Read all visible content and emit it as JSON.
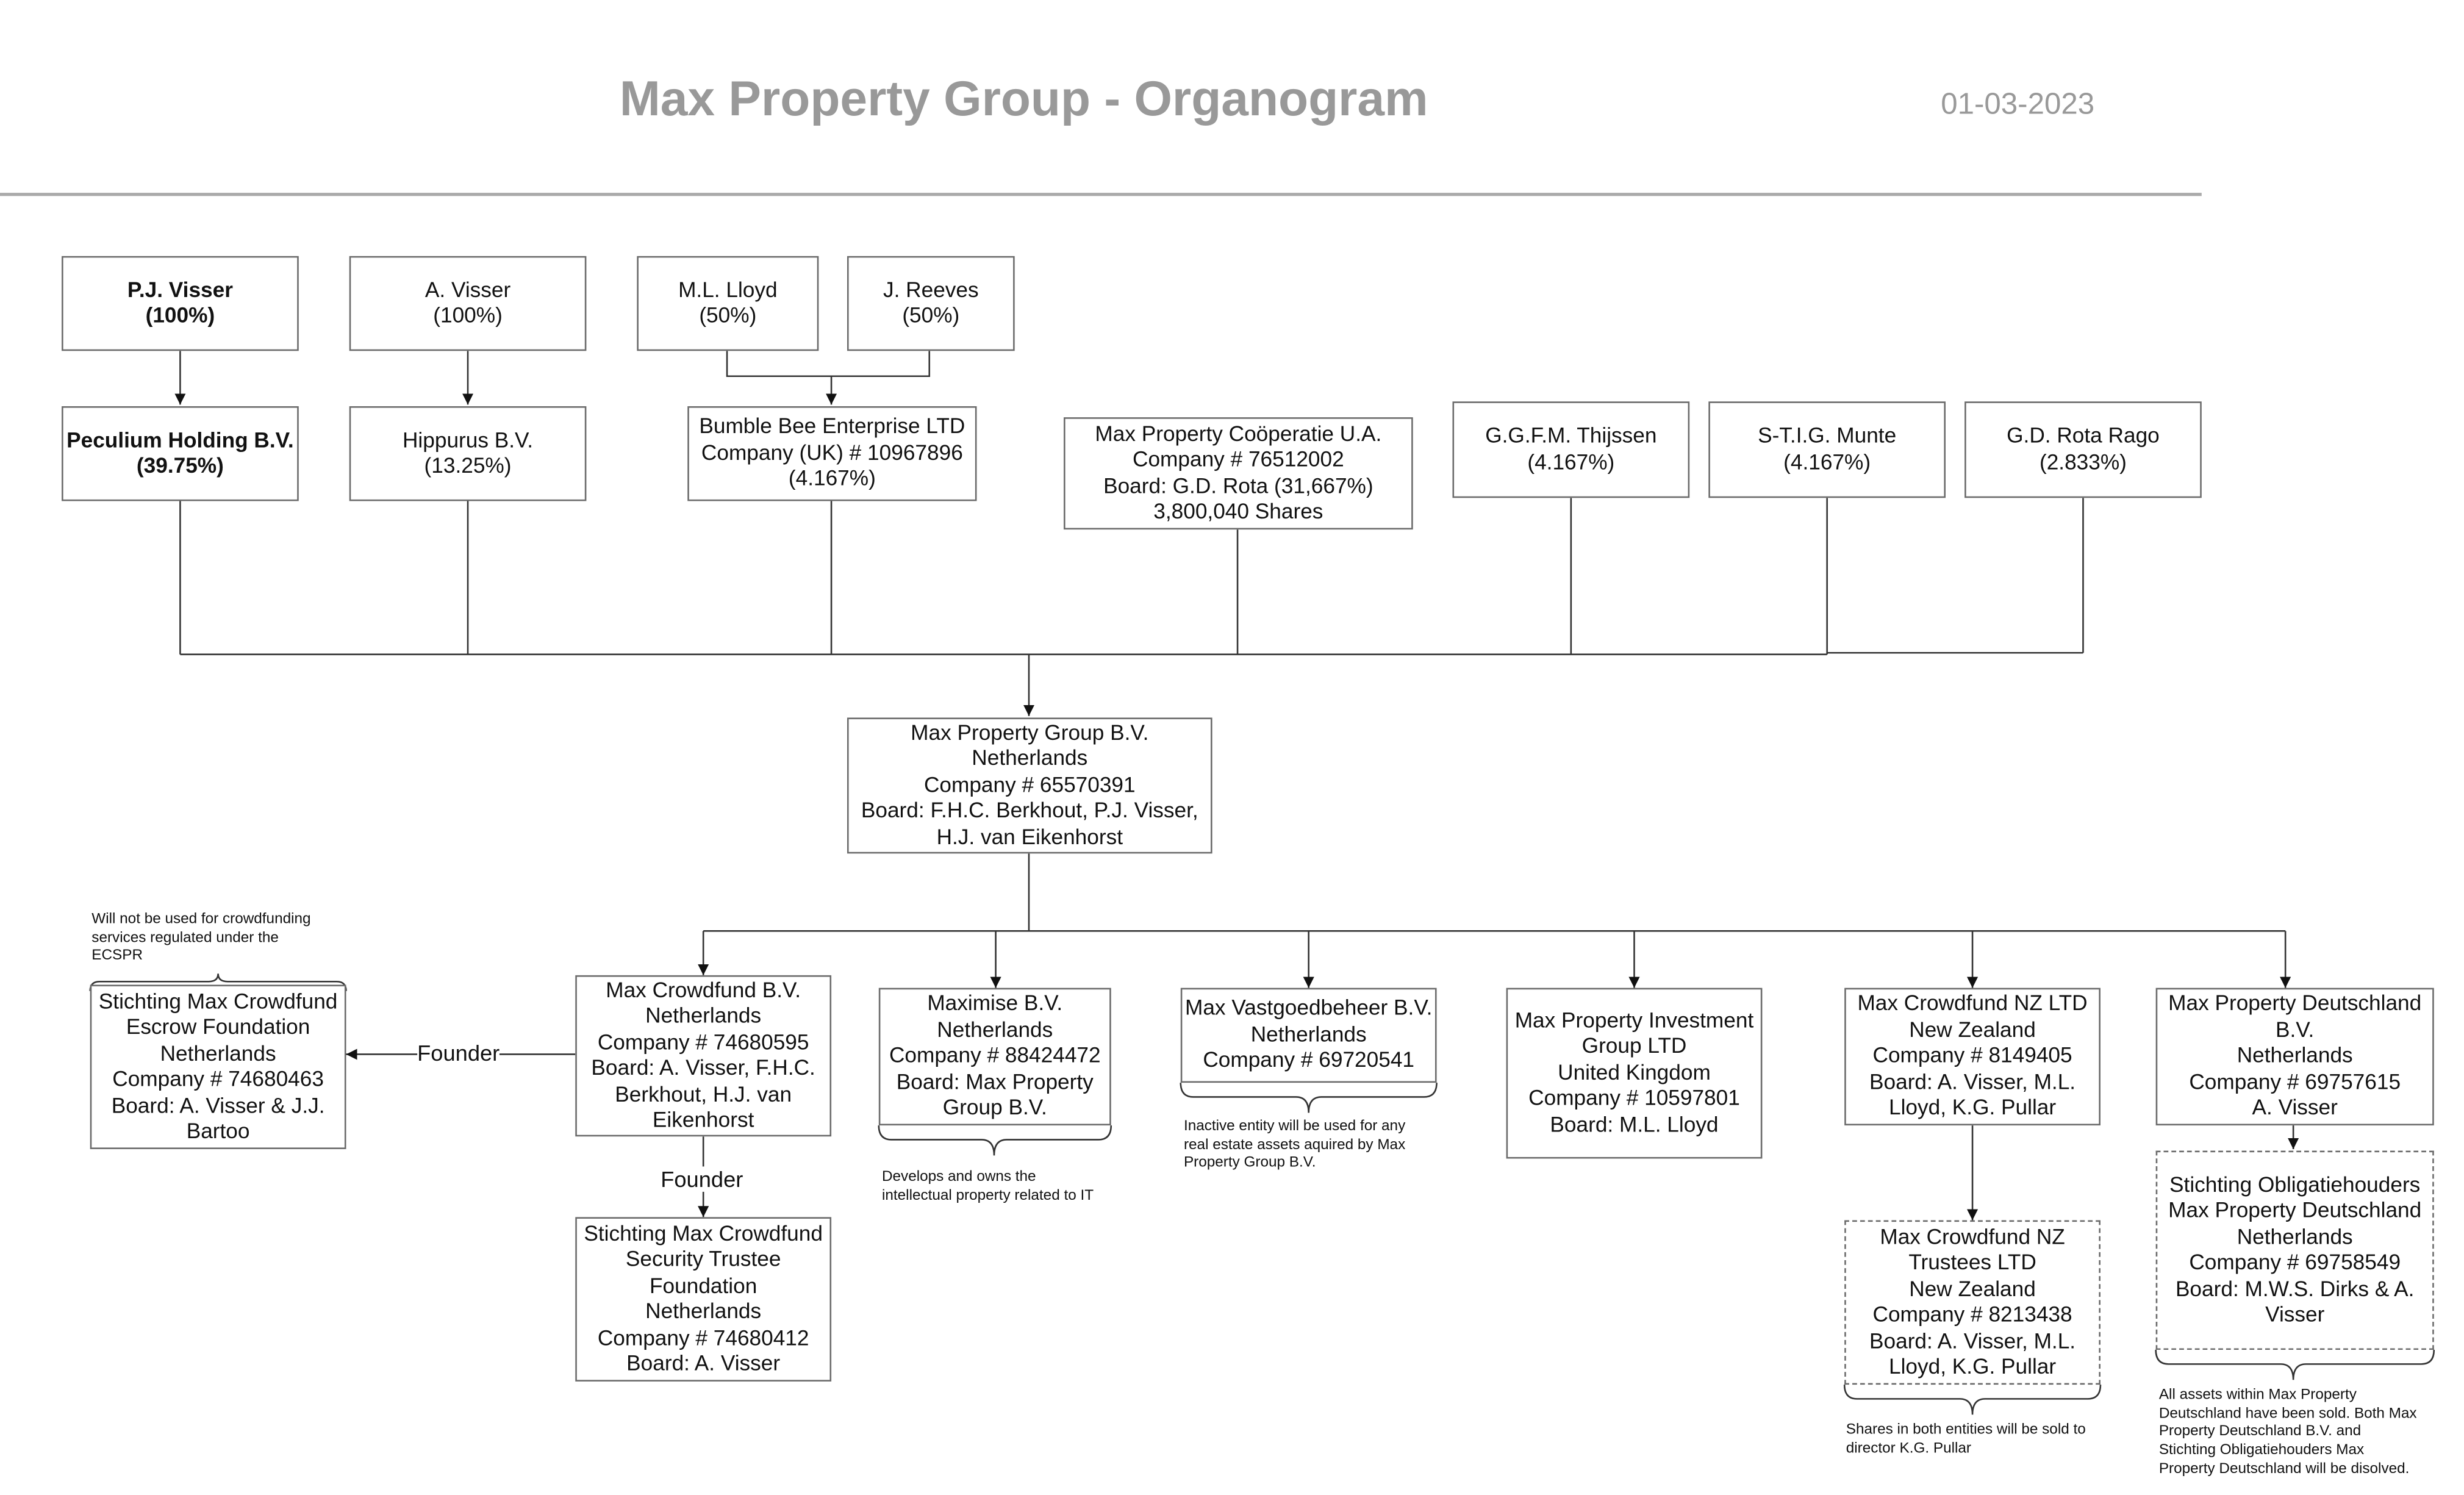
{
  "header": {
    "title": "Max Property Group - Organogram",
    "date": "01-03-2023"
  },
  "owners": {
    "pj_visser": {
      "name": "P.J. Visser",
      "share": "(100%)"
    },
    "a_visser": {
      "name": "A. Visser",
      "share": "(100%)"
    },
    "ml_lloyd": {
      "name": "M.L. Lloyd",
      "share": "(50%)"
    },
    "j_reeves": {
      "name": "J. Reeves",
      "share": "(50%)"
    }
  },
  "shareholders": {
    "peculium": {
      "name": "Peculium Holding B.V.",
      "share": "(39.75%)"
    },
    "hippurus": {
      "name": "Hippurus B.V.",
      "share": "(13.25%)"
    },
    "bumblebee": {
      "line1": "Bumble Bee Enterprise LTD",
      "line2": "Company (UK) # 10967896",
      "line3": "(4.167%)"
    },
    "cooperatie": {
      "line1": "Max Property Coöperatie U.A.",
      "line2": "Company # 76512002",
      "line3": "Board: G.D. Rota (31,667%)",
      "line4": "3,800,040 Shares"
    },
    "thijssen": {
      "name": "G.G.F.M. Thijssen",
      "share": "(4.167%)"
    },
    "munte": {
      "name": "S-T.I.G. Munte",
      "share": "(4.167%)"
    },
    "rota": {
      "name": "G.D. Rota Rago",
      "share": "(2.833%)"
    }
  },
  "group": {
    "line1": "Max Property Group B.V.",
    "line2": "Netherlands",
    "line3": "Company # 65570391",
    "line4": "Board: F.H.C. Berkhout, P.J. Visser,",
    "line5": "H.J. van Eikenhorst"
  },
  "subsidiaries": {
    "crowdfund_bv": {
      "line1": "Max Crowdfund B.V.",
      "line2": "Netherlands",
      "line3": "Company # 74680595",
      "line4": "Board: A. Visser, F.H.C.",
      "line5": "Berkhout, H.J. van",
      "line6": "Eikenhorst"
    },
    "maximise": {
      "line1": "Maximise B.V.",
      "line2": "Netherlands",
      "line3": "Company # 88424472",
      "line4": "Board: Max Property",
      "line5": "Group B.V."
    },
    "vastgoed": {
      "line1": "Max Vastgoedbeheer B.V.",
      "line2": "Netherlands",
      "line3": "Company # 69720541"
    },
    "investment": {
      "line1": "Max Property Investment",
      "line2": "Group LTD",
      "line3": "United Kingdom",
      "line4": "Company # 10597801",
      "line5": "Board: M.L. Lloyd"
    },
    "nz_ltd": {
      "line1": "Max Crowdfund NZ LTD",
      "line2": "New Zealand",
      "line3": "Company # 8149405",
      "line4": "Board: A. Visser, M.L.",
      "line5": "Lloyd, K.G. Pullar"
    },
    "deutschland": {
      "line1": "Max Property Deutschland",
      "line2": "B.V.",
      "line3": "Netherlands",
      "line4": "Company # 69757615",
      "line5": "A. Visser"
    }
  },
  "foundations": {
    "escrow": {
      "line1": "Stichting Max Crowdfund",
      "line2": "Escrow Foundation",
      "line3": "Netherlands",
      "line4": "Company # 74680463",
      "line5": "Board: A. Visser & J.J.",
      "line6": "Bartoo"
    },
    "security": {
      "line1": "Stichting Max Crowdfund",
      "line2": "Security Trustee",
      "line3": "Foundation",
      "line4": "Netherlands",
      "line5": "Company # 74680412",
      "line6": "Board: A. Visser"
    },
    "nz_trustees": {
      "line1": "Max Crowdfund NZ",
      "line2": "Trustees LTD",
      "line3": "New Zealand",
      "line4": "Company # 8213438",
      "line5": "Board: A. Visser, M.L.",
      "line6": "Lloyd, K.G. Pullar"
    },
    "obligatie": {
      "line1": "Stichting Obligatiehouders",
      "line2": "Max Property Deutschland",
      "line3": "Netherlands",
      "line4": "Company # 69758549",
      "line5": "Board: M.W.S. Dirks & A.",
      "line6": "Visser"
    }
  },
  "edge_labels": {
    "founder_left": "Founder",
    "founder_down": "Founder"
  },
  "notes": {
    "escrow": {
      "l1": "Will not be used for crowdfunding",
      "l2": "services regulated under the",
      "l3": "ECSPR"
    },
    "maximise": {
      "l1": "Develops and owns the",
      "l2": "intellectual property related to IT"
    },
    "vastgoed": {
      "l1": "Inactive entity will be used for any",
      "l2": "real estate assets aquired by Max",
      "l3": "Property Group B.V."
    },
    "nz": {
      "l1": "Shares in both entities will be sold to",
      "l2": "director K.G. Pullar"
    },
    "deutschland": {
      "l1": "All assets within Max Property",
      "l2": "Deutschland have been sold. Both Max",
      "l3": "Property Deutschland B.V. and",
      "l4": "Stichting Obligatiehouders Max",
      "l5": "Property Deutschland will be disolved."
    }
  },
  "colors": {
    "title": "#999999",
    "line": "#333333",
    "border": "#6b6b6b"
  }
}
